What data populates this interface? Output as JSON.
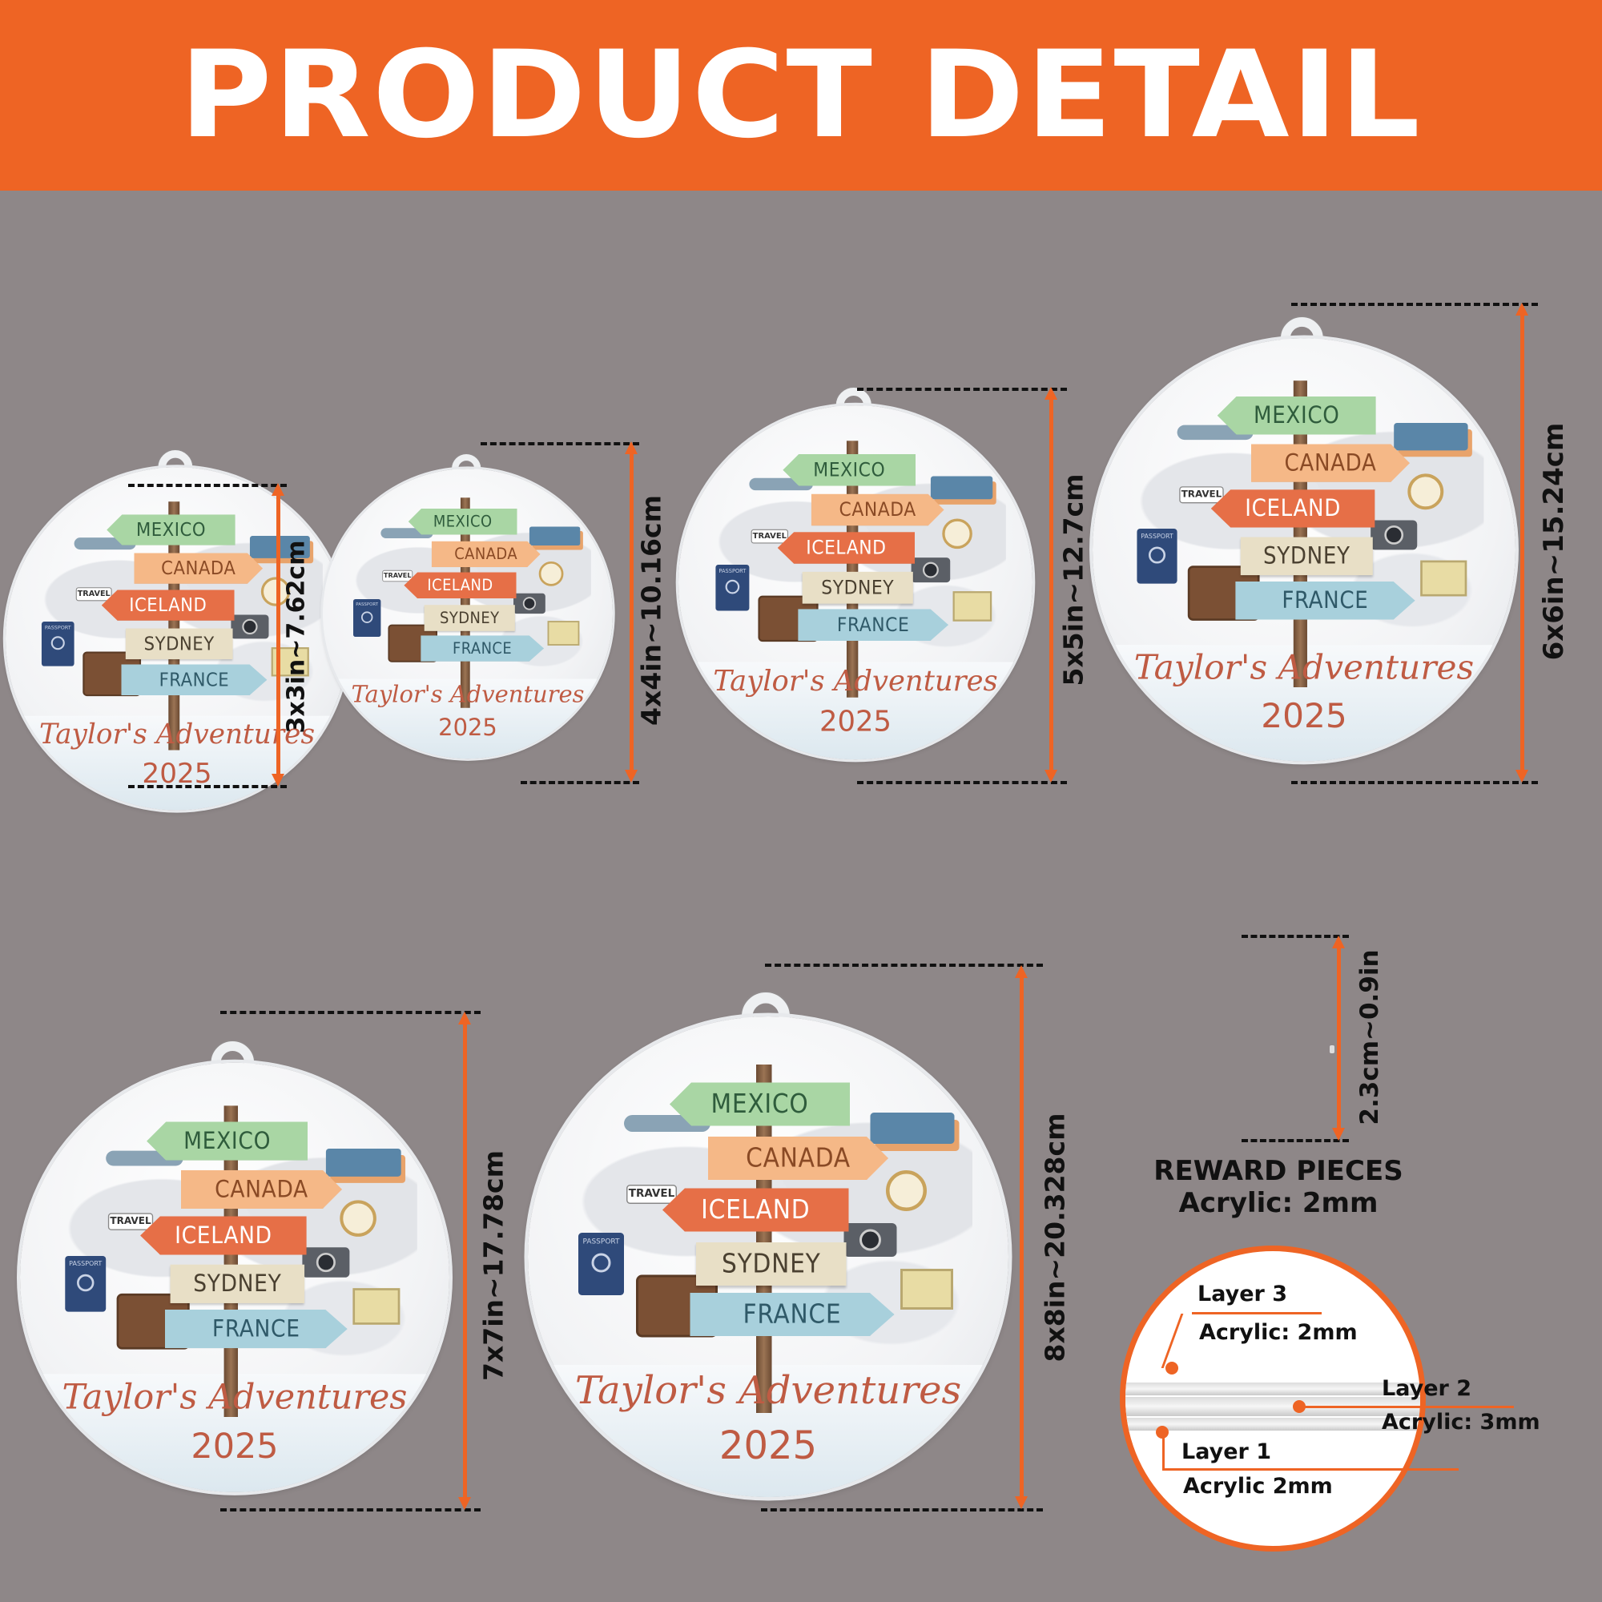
{
  "header": {
    "title": "PRODUCT DETAIL"
  },
  "ornament": {
    "signs": [
      "MEXICO",
      "CANADA",
      "ICELAND",
      "SYDNEY",
      "FRANCE"
    ],
    "title": "Taylor's Adventures",
    "year": "2025",
    "tag": "TRAVEL",
    "passport": "PASSPORT"
  },
  "sizes": [
    {
      "label": "3x3in~7.62cm"
    },
    {
      "label": "4x4in~10.16cm"
    },
    {
      "label": "5x5in~12.7cm"
    },
    {
      "label": "6x6in~15.24cm"
    },
    {
      "label": "7x7in~17.78cm"
    },
    {
      "label": "8x8in~20.328cm"
    }
  ],
  "reward": {
    "thickness": "2.3cm~0.9in",
    "title": "REWARD PIECES",
    "material": "Acrylic: 2mm"
  },
  "layers": [
    {
      "name": "Layer 3",
      "material": "Acrylic: 2mm"
    },
    {
      "name": "Layer 2",
      "material": "Acrylic: 3mm"
    },
    {
      "name": "Layer 1",
      "material": "Acrylic 2mm"
    }
  ],
  "colors": {
    "accent": "#ee6424",
    "background": "#8e8788",
    "title": "#bf5b43"
  }
}
